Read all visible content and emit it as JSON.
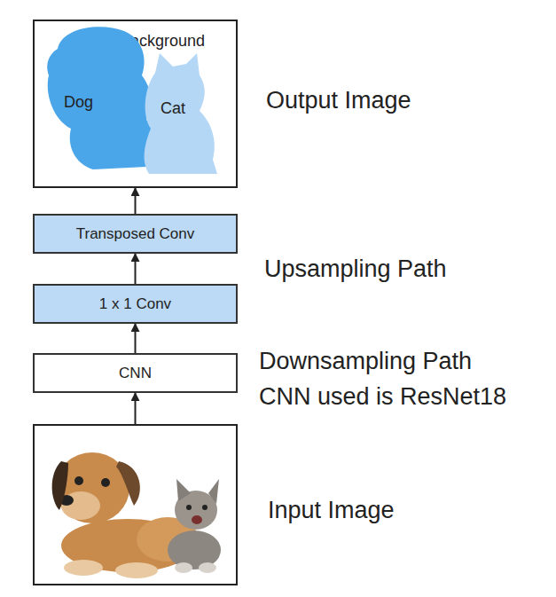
{
  "diagram": {
    "nodes": [
      {
        "text": [
          "Output Image",
          "Background"
        ]
      },
      {
        "text": [
          "Dog"
        ],
        "in": 0
      },
      {
        "text": [
          "Cat"
        ],
        "in": 0
      },
      {
        "text": [
          "Transposed Conv"
        ]
      },
      {
        "text": [
          "1 x 1 Conv"
        ]
      },
      {
        "text": [
          "CNN"
        ]
      },
      {
        "text": [
          "Input Image"
        ]
      }
    ],
    "edges": [
      {
        "from": 6,
        "to": 5,
        "arrow": "to"
      },
      {
        "from": 5,
        "to": 4,
        "arrow": "to"
      },
      {
        "from": 4,
        "to": 3,
        "arrow": "to"
      },
      {
        "from": 3,
        "to": 0,
        "arrow": "to"
      }
    ],
    "labels": [
      "Upsampling Path",
      "Downsampling Path",
      "CNN used is ResNet18"
    ]
  }
}
